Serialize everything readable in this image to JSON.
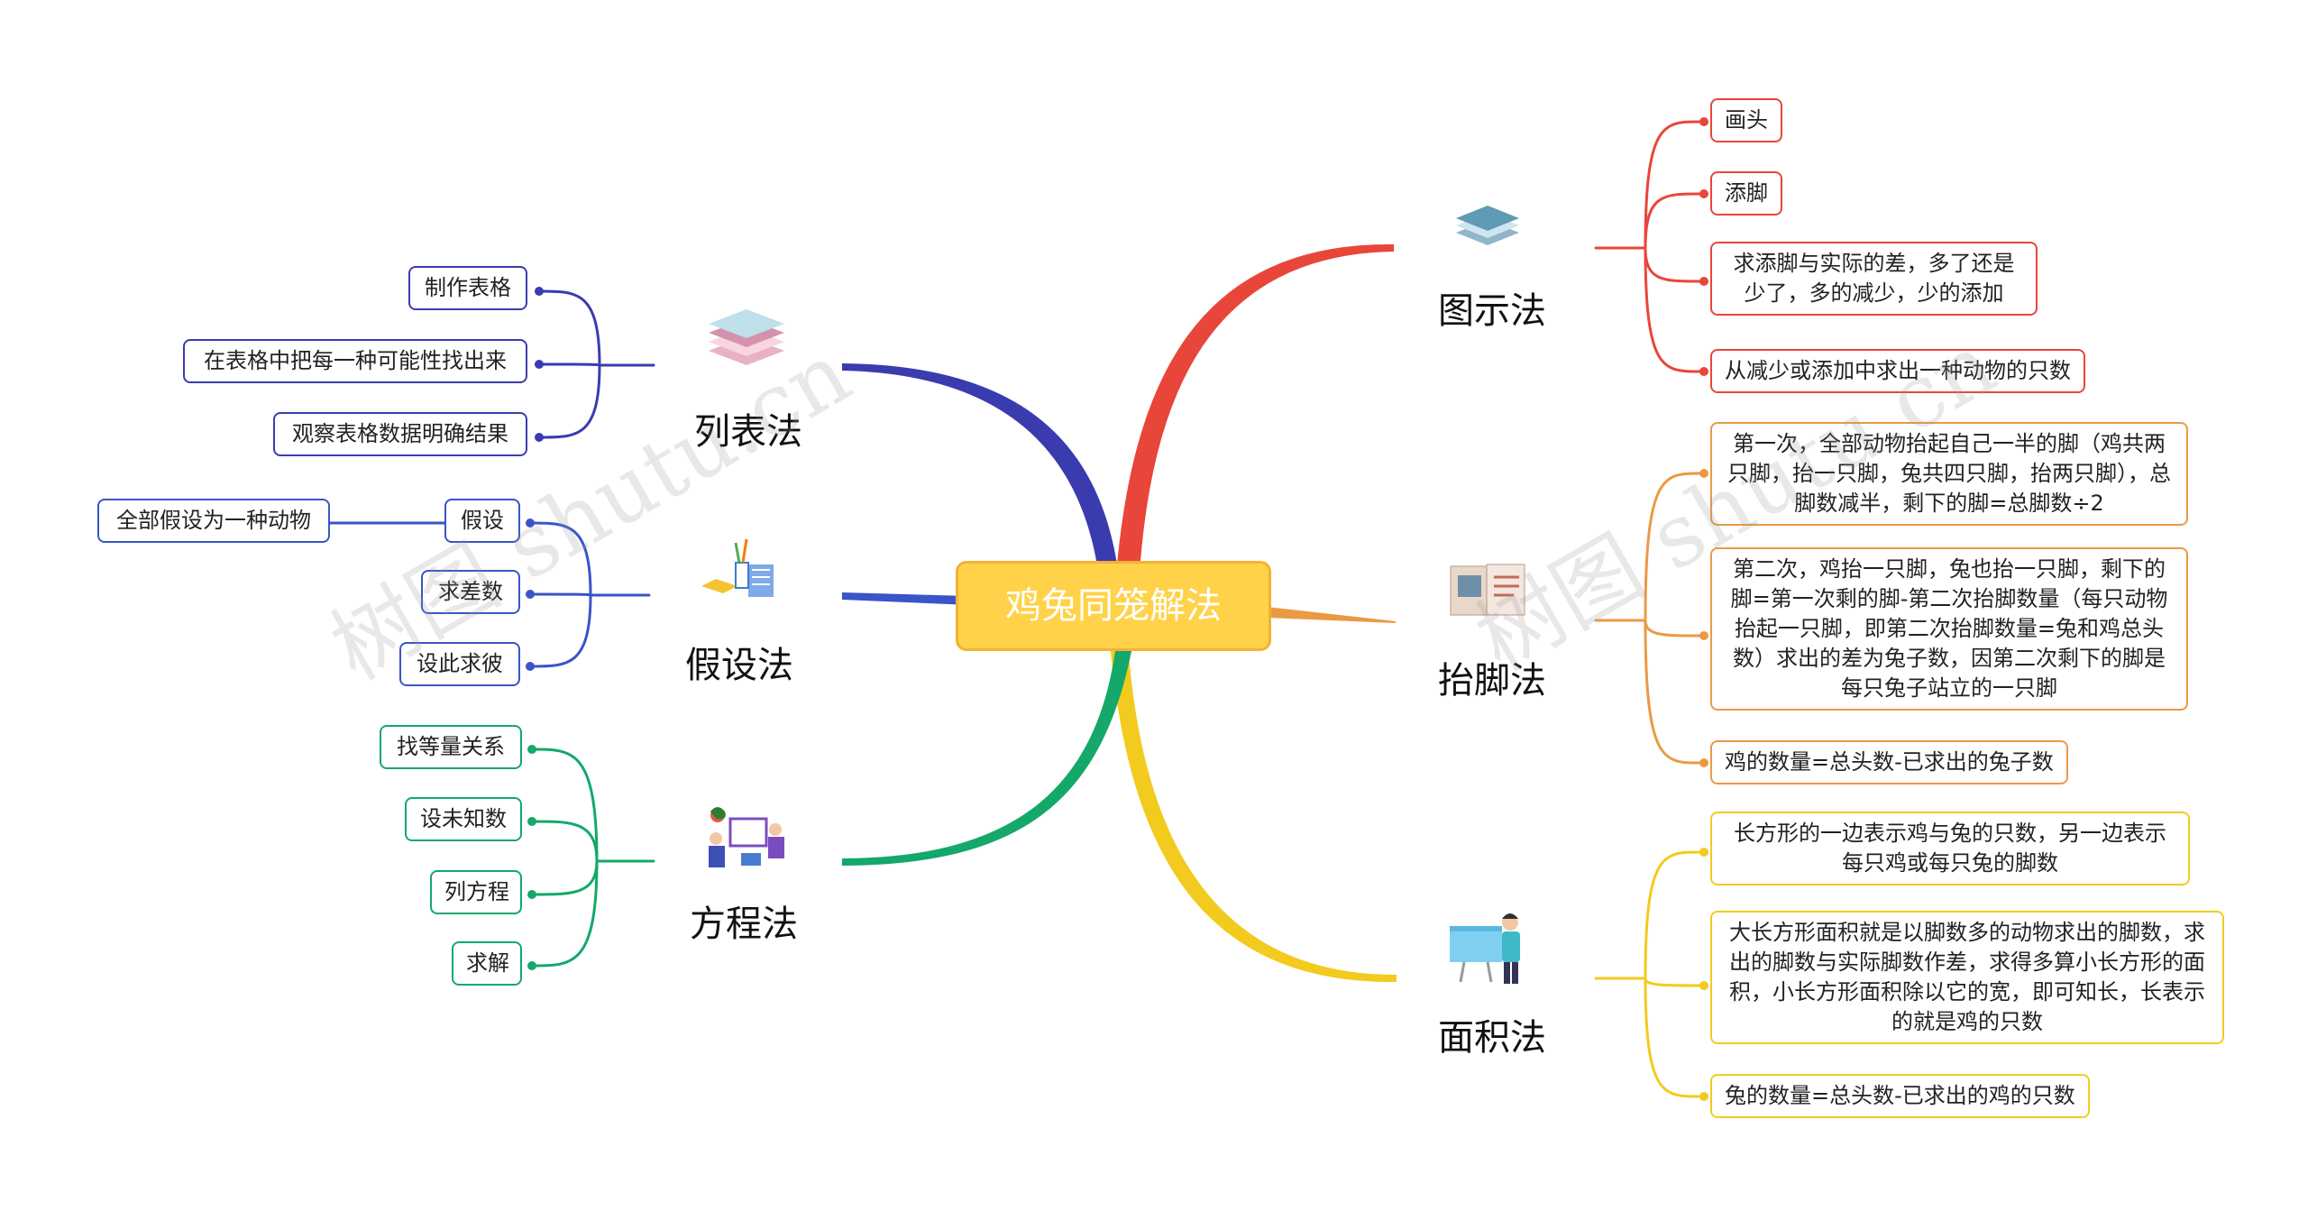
{
  "center": {
    "label": "鸡兔同笼解法"
  },
  "colors": {
    "left_blue": "#3b3bb0",
    "left_indigo": "#3a55c8",
    "left_green": "#14a86a",
    "right_red": "#e8463a",
    "right_orange": "#ea9a44",
    "right_yellow": "#f2cb1e"
  },
  "branches": {
    "tushi": {
      "label": "图示法",
      "icon": "stacked-layers-icon",
      "items": [
        "画头",
        "添脚",
        "求添脚与实际的差，多了还是少了，多的减少，少的添加",
        "从减少或添加中求出一种动物的只数"
      ]
    },
    "taijiao": {
      "label": "抬脚法",
      "icon": "scrapbook-icon",
      "items": [
        "第一次，全部动物抬起自己一半的脚（鸡共两只脚，抬一只脚，兔共四只脚，抬两只脚），总脚数减半，剩下的脚=总脚数÷2",
        "第二次，鸡抬一只脚，兔也抬一只脚，剩下的脚=第一次剩的脚-第二次抬脚数量（每只动物抬起一只脚，即第二次抬脚数量=兔和鸡总头数）求出的差为兔子数，因第二次剩下的脚是每只兔子站立的一只脚",
        "鸡的数量=总头数-已求出的兔子数"
      ]
    },
    "mianji": {
      "label": "面积法",
      "icon": "teacher-board-icon",
      "items": [
        "长方形的一边表示鸡与兔的只数，另一边表示每只鸡或每只兔的脚数",
        "大长方形面积就是以脚数多的动物求出的脚数，求出的脚数与实际脚数作差，求得多算小长方形的面积，小长方形面积除以它的宽，即可知长，长表示的就是鸡的只数",
        "兔的数量=总头数-已求出的鸡的只数"
      ]
    },
    "liebiao": {
      "label": "列表法",
      "icon": "book-stack-icon",
      "items": [
        "制作表格",
        "在表格中把每一种可能性找出来",
        "观察表格数据明确结果"
      ]
    },
    "jiashe": {
      "label": "假设法",
      "icon": "desk-supplies-icon",
      "items": [
        "假设",
        "求差数",
        "设此求彼"
      ],
      "sub": "全部假设为一种动物"
    },
    "fangcheng": {
      "label": "方程法",
      "icon": "team-presentation-icon",
      "items": [
        "找等量关系",
        "设未知数",
        "列方程",
        "求解"
      ]
    }
  },
  "watermark": "树图 shutu.cn"
}
